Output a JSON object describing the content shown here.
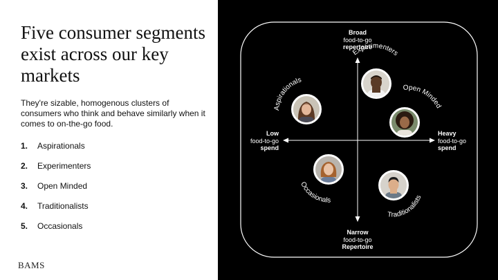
{
  "slide": {
    "title": "Five consumer segments exist across our key markets",
    "subtitle": "They're sizable, homogenous clusters of consumers who think and behave similarly when it comes to on-the-go food.",
    "segments": [
      {
        "num": "1.",
        "label": "Aspirationals"
      },
      {
        "num": "2.",
        "label": "Experimenters"
      },
      {
        "num": "3.",
        "label": "Open Minded"
      },
      {
        "num": "4.",
        "label": "Traditionalists"
      },
      {
        "num": "5.",
        "label": "Occasionals"
      }
    ],
    "logo": "BAMS"
  },
  "quadrant": {
    "top": {
      "line1": "Broad",
      "line2": "food-to-go",
      "line3": "repertoire"
    },
    "bottom": {
      "line1": "Narrow",
      "line2": "food-to-go",
      "line3": "Repertoire"
    },
    "left": {
      "line1": "Low",
      "line2": "food-to-go",
      "line3": "spend"
    },
    "right": {
      "line1": "Heavy",
      "line2": "food-to-go",
      "line3": "spend"
    },
    "segment_labels": {
      "experimenters": "Experimenters",
      "aspirationals": "Aspirationals",
      "open_minded": "Open Minded",
      "occasionals": "Occasionals",
      "traditionalists": "Traditionalists"
    }
  },
  "colors": {
    "panel_bg": "#000000",
    "text_dark": "#111111",
    "line": "#ffffff"
  },
  "icons": [
    "arrow-up-icon",
    "arrow-down-icon",
    "arrow-left-icon",
    "arrow-right-icon",
    "avatar-photo-icon"
  ]
}
